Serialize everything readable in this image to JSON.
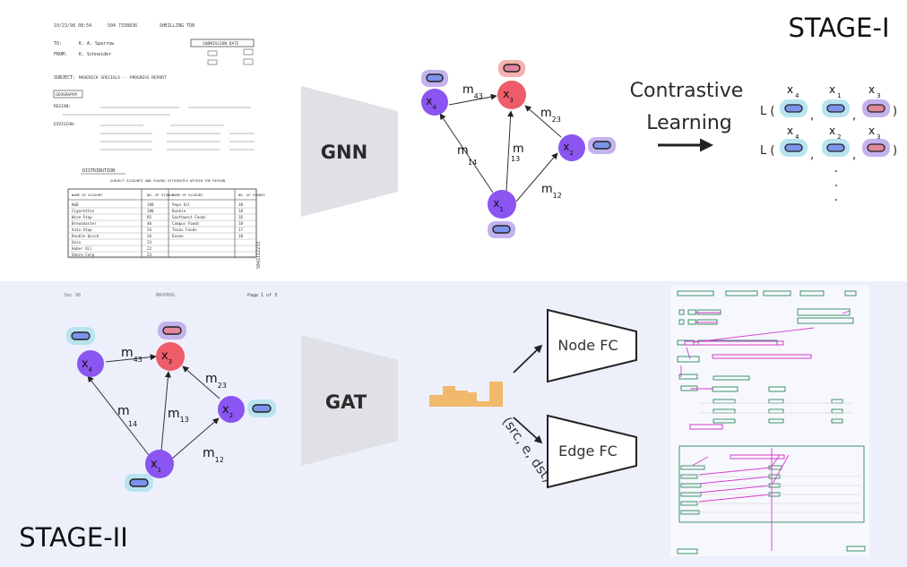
{
  "stage1": {
    "label": "STAGE-I",
    "model_label": "GNN",
    "contrastive_label_line1": "Contrastive",
    "contrastive_label_line2": "Learning",
    "dots": "·"
  },
  "stage2": {
    "label": "STAGE-II",
    "model_label": "GAT",
    "node_fc_label": "Node FC",
    "edge_fc_label": "Edge FC",
    "edge_tuple_label": "(src, e, dst)"
  },
  "graph": {
    "nodes": {
      "x1": {
        "main": "x",
        "sub": "1"
      },
      "x2": {
        "main": "x",
        "sub": "2"
      },
      "x3": {
        "main": "x",
        "sub": "3"
      },
      "x4": {
        "main": "x",
        "sub": "4"
      }
    },
    "edges": {
      "m12": {
        "main": "m",
        "sub": "12"
      },
      "m13": {
        "main": "m",
        "sub": "13"
      },
      "m14": {
        "main": "m",
        "sub": "14"
      },
      "m23": {
        "main": "m",
        "sub": "23"
      },
      "m43": {
        "main": "m",
        "sub": "43"
      }
    }
  },
  "loss_rows": [
    {
      "prefix": "L (",
      "terms": [
        {
          "main": "x",
          "sub": "4"
        },
        {
          "main": "x",
          "sub": "1"
        },
        {
          "main": "x",
          "sub": "3"
        }
      ],
      "separator": ",",
      "suffix": ")"
    },
    {
      "prefix": "L (",
      "terms": [
        {
          "main": "x",
          "sub": "4"
        },
        {
          "main": "x",
          "sub": "2"
        },
        {
          "main": "x",
          "sub": "3"
        }
      ],
      "separator": ",",
      "suffix": ")"
    }
  ],
  "document": {
    "header_left": "10/23/98  08:54",
    "header_mid": "504 7338836",
    "header_right": "SHEILLING TDB",
    "to_label": "TO:",
    "to_value": "K. A. Sparrow",
    "from_label": "FROM:",
    "from_value": "K. Schneider",
    "submission_date": "SUBMISSION DATE",
    "subject_label": "SUBJECT:",
    "subject_value": "MAVERICK SPECIALS -- PROGRESS REPORT",
    "geography": "GEOGRAPHY",
    "region_label": "REGION:",
    "division_label": "DIVISION:",
    "distribution": "DISTRIBUTION",
    "table_title": "SUBJECT ACCOUNTS AND CHAINS ATTRIBUTES WITHIN THE REGION",
    "table_header": [
      "NAME OF ACCOUNT",
      "NO. OF STORES",
      "NAME OF ACCOUNT",
      "NO. OF STORES"
    ],
    "table_rows": [
      [
        "K&B",
        "100",
        "Pepe Oil",
        "30"
      ],
      [
        "Cigarettes",
        "180",
        "Dunkin",
        "18"
      ],
      [
        "Wine Stop",
        "85",
        "Southwest Foods",
        "16"
      ],
      [
        "Brewsmaster",
        "40",
        "Campus Foods",
        "18"
      ],
      [
        "Auto Stop",
        "24",
        "Texas Foods",
        "17"
      ],
      [
        "Double Quick",
        "26",
        "Exxon",
        "18"
      ],
      [
        "Unix",
        "23",
        "",
        ""
      ],
      [
        "Huber Oil",
        "22",
        "",
        ""
      ],
      [
        "Shore Corp",
        "23",
        "",
        ""
      ]
    ],
    "side_number": "5042112233",
    "page2_header_left": "Dec 98",
    "page2_header_mid": "MAVPROG",
    "page2_header_right": "Page 1 of 3"
  },
  "colors": {
    "node_purple": "#8a55f0",
    "node_red": "#ee5c6a",
    "pill_blue": "#7b93ea",
    "pill_pink": "#e0869c",
    "halo_purple": "#c4b2ee",
    "halo_red": "#f4b2ae",
    "halo_cyan": "#b7e4ef",
    "trap_gray": "#dfe1e7",
    "stage2_bg": "#edf0fb",
    "bar_orange": "#f0b96c"
  }
}
